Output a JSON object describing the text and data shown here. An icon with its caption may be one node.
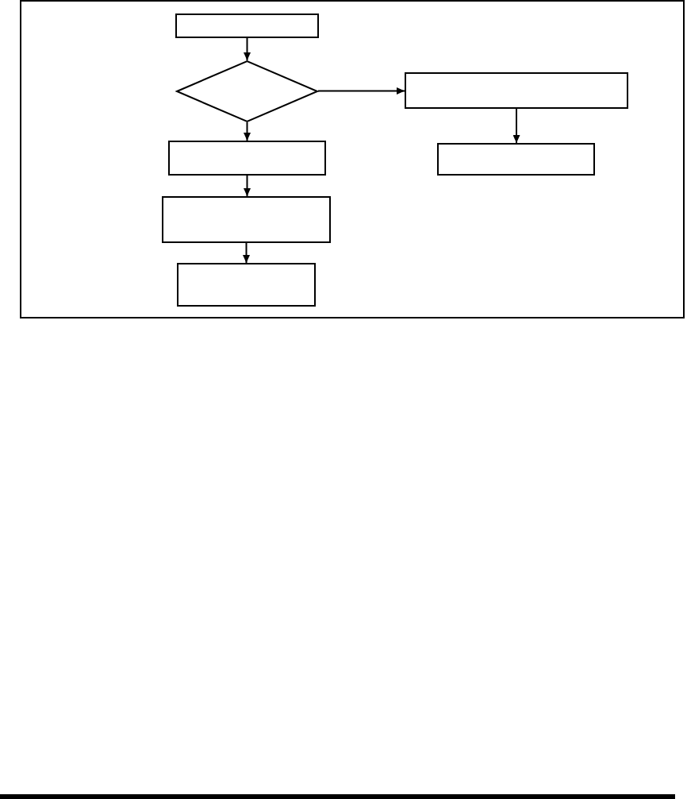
{
  "diagram": {
    "nodes": [
      {
        "text": [],
        "shape": "box"
      },
      {
        "text": [],
        "shape": "box",
        "in": 0
      },
      {
        "text": [],
        "shape": "diamond",
        "in": 0
      },
      {
        "text": [],
        "shape": "box",
        "in": 0
      },
      {
        "text": [],
        "shape": "box",
        "in": 0
      },
      {
        "text": [],
        "shape": "box",
        "in": 0
      },
      {
        "text": [],
        "shape": "box",
        "in": 0
      },
      {
        "text": [],
        "shape": "box",
        "in": 0
      }
    ],
    "edges": [
      {
        "from": 1,
        "to": 2,
        "arrow": "to"
      },
      {
        "from": 2,
        "to": 3,
        "arrow": "to"
      },
      {
        "from": 2,
        "to": 5,
        "arrow": "to"
      },
      {
        "from": 3,
        "to": 4,
        "arrow": "to"
      },
      {
        "from": 5,
        "to": 6,
        "arrow": "to"
      },
      {
        "from": 6,
        "to": 7,
        "arrow": "to"
      }
    ]
  }
}
